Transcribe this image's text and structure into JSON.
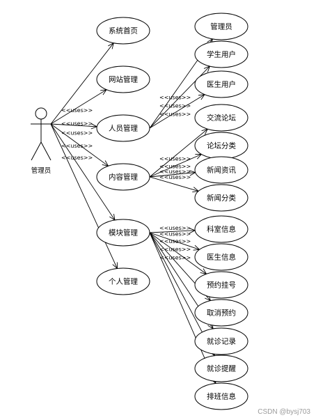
{
  "actor": {
    "label": "管理员"
  },
  "relation_label": "<<uses>>",
  "use_cases": [
    {
      "id": "uc-xitong",
      "label": "系统首页"
    },
    {
      "id": "uc-wangzhan",
      "label": "网站管理"
    },
    {
      "id": "uc-renyuan",
      "label": "人员管理"
    },
    {
      "id": "uc-neirong",
      "label": "内容管理"
    },
    {
      "id": "uc-mokuai",
      "label": "模块管理"
    },
    {
      "id": "uc-geren",
      "label": "个人管理"
    },
    {
      "id": "uc-guanliyuan",
      "label": "管理员"
    },
    {
      "id": "uc-xuesheng",
      "label": "学生用户"
    },
    {
      "id": "uc-yisheng-yonghu",
      "label": "医生用户"
    },
    {
      "id": "uc-jiaoliu",
      "label": "交流论坛"
    },
    {
      "id": "uc-luntan-fenlei",
      "label": "论坛分类"
    },
    {
      "id": "uc-xinwen-zixun",
      "label": "新闻资讯"
    },
    {
      "id": "uc-xinwen-fenlei",
      "label": "新闻分类"
    },
    {
      "id": "uc-keshi",
      "label": "科室信息"
    },
    {
      "id": "uc-yisheng-xinxi",
      "label": "医生信息"
    },
    {
      "id": "uc-yuyue",
      "label": "预约挂号"
    },
    {
      "id": "uc-quxiao",
      "label": "取消预约"
    },
    {
      "id": "uc-jiuzhen-jilu",
      "label": "就诊记录"
    },
    {
      "id": "uc-jiuzhen-tixing",
      "label": "就诊提醒"
    },
    {
      "id": "uc-paiban",
      "label": "排班信息"
    }
  ],
  "relations": [
    {
      "from": "actor",
      "to": "uc-xitong",
      "labeled": false
    },
    {
      "from": "actor",
      "to": "uc-wangzhan",
      "labeled": true
    },
    {
      "from": "actor",
      "to": "uc-renyuan",
      "labeled": true
    },
    {
      "from": "actor",
      "to": "uc-neirong",
      "labeled": true
    },
    {
      "from": "actor",
      "to": "uc-mokuai",
      "labeled": true
    },
    {
      "from": "actor",
      "to": "uc-geren",
      "labeled": true
    },
    {
      "from": "uc-renyuan",
      "to": "uc-guanliyuan",
      "labeled": true
    },
    {
      "from": "uc-renyuan",
      "to": "uc-xuesheng",
      "labeled": true
    },
    {
      "from": "uc-renyuan",
      "to": "uc-yisheng-yonghu",
      "labeled": true
    },
    {
      "from": "uc-neirong",
      "to": "uc-jiaoliu",
      "labeled": true
    },
    {
      "from": "uc-neirong",
      "to": "uc-luntan-fenlei",
      "labeled": true
    },
    {
      "from": "uc-neirong",
      "to": "uc-xinwen-zixun",
      "labeled": true
    },
    {
      "from": "uc-neirong",
      "to": "uc-xinwen-fenlei",
      "labeled": true
    },
    {
      "from": "uc-mokuai",
      "to": "uc-keshi",
      "labeled": true
    },
    {
      "from": "uc-mokuai",
      "to": "uc-yisheng-xinxi",
      "labeled": true
    },
    {
      "from": "uc-mokuai",
      "to": "uc-yuyue",
      "labeled": true
    },
    {
      "from": "uc-mokuai",
      "to": "uc-quxiao",
      "labeled": true
    },
    {
      "from": "uc-mokuai",
      "to": "uc-jiuzhen-jilu",
      "labeled": true
    },
    {
      "from": "uc-mokuai",
      "to": "uc-jiuzhen-tixing",
      "labeled": false
    },
    {
      "from": "uc-mokuai",
      "to": "uc-paiban",
      "labeled": false
    }
  ],
  "watermark": "CSDN @bysj703"
}
